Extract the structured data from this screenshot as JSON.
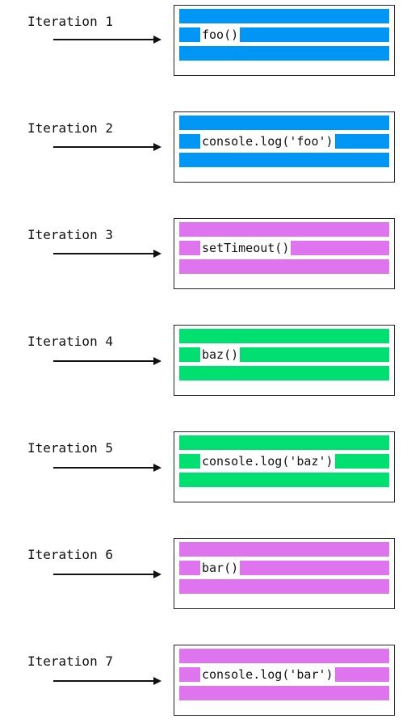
{
  "colors": {
    "blue": "#0096f5",
    "purple": "#df74ef",
    "green": "#00e070"
  },
  "iterations": [
    {
      "label": "Iteration 1",
      "code": "foo()",
      "color": "blue"
    },
    {
      "label": "Iteration 2",
      "code": "console.log('foo')",
      "color": "blue"
    },
    {
      "label": "Iteration 3",
      "code": "setTimeout()",
      "color": "purple"
    },
    {
      "label": "Iteration 4",
      "code": "baz()",
      "color": "green"
    },
    {
      "label": "Iteration 5",
      "code": "console.log('baz')",
      "color": "green"
    },
    {
      "label": "Iteration 6",
      "code": "bar()",
      "color": "purple"
    },
    {
      "label": "Iteration 7",
      "code": "console.log('bar')",
      "color": "purple"
    }
  ]
}
